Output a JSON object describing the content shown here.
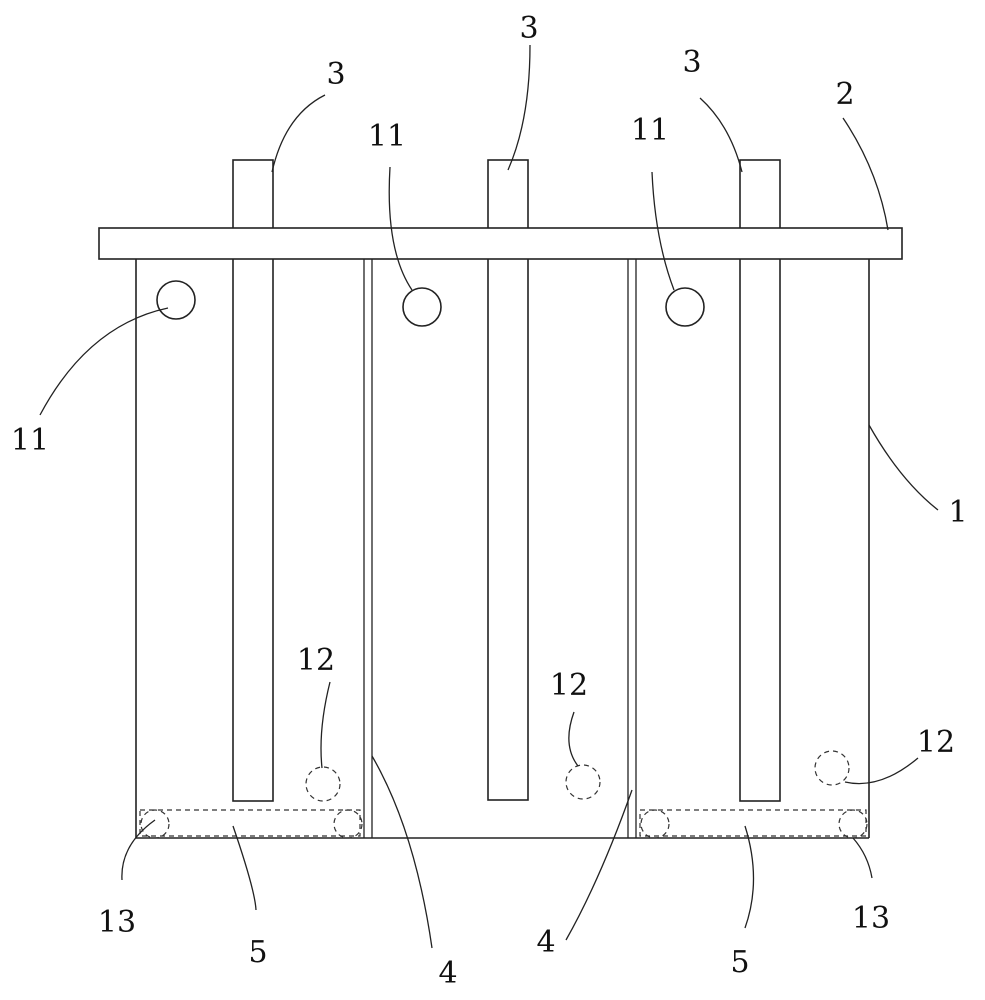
{
  "labels": {
    "tank": "1",
    "top_plate": "2",
    "rod": "3",
    "partition": "4",
    "bottom_channel": "5",
    "upper_hole": "11",
    "middle_hole": "12",
    "bottom_hole": "13"
  }
}
